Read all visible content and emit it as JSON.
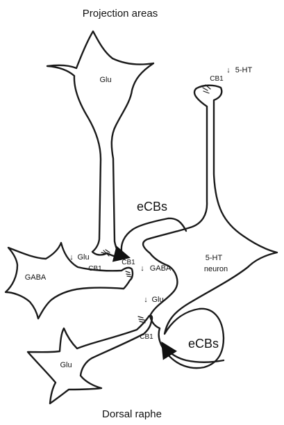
{
  "regions": {
    "top": "Projection areas",
    "bottom": "Dorsal raphe"
  },
  "neurons": {
    "glu_projection": "Glu",
    "serotonin_line1": "5-HT",
    "serotonin_line2": "neuron",
    "gaba": "GABA",
    "glu_raphe": "Glu"
  },
  "messengers": {
    "ecbs_upper": "eCBs",
    "ecbs_lower": "eCBs"
  },
  "receptors": {
    "cb1_top_right": "CB1",
    "cb1_glu_left": "CB1",
    "cb1_glu_right": "CB1",
    "cb1_bottom": "CB1"
  },
  "effects": {
    "arrow_symbol": "↓",
    "top_right": "5-HT",
    "glu_left": "Glu",
    "gaba": "GABA",
    "glu_lower": "Glu"
  }
}
